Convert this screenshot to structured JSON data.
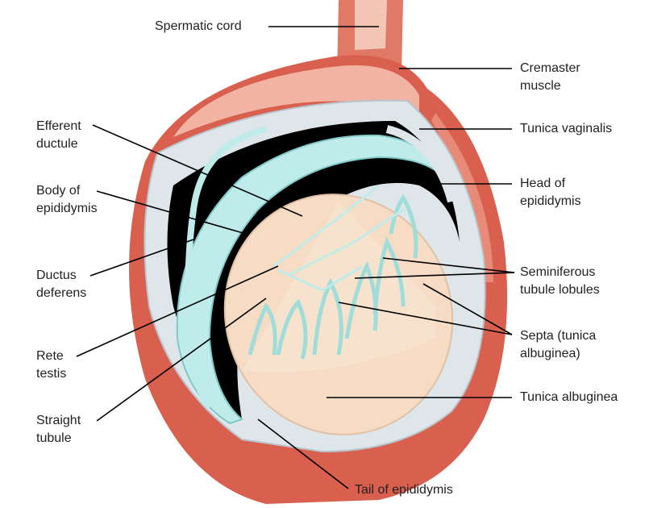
{
  "labels": {
    "spermatic_cord": [
      "Spermatic cord"
    ],
    "cremaster_muscle": [
      "Cremaster",
      "muscle"
    ],
    "tunica_vaginalis": [
      "Tunica vaginalis"
    ],
    "head_of_epididymis": [
      "Head of",
      "epididymis"
    ],
    "seminiferous_tubule_lobules": [
      "Seminiferous",
      "tubule lobules"
    ],
    "septa": [
      "Septa (tunica",
      "albuginea)"
    ],
    "tunica_albuginea": [
      "Tunica albuginea"
    ],
    "tail_of_epididymis": [
      "Tail of epididymis"
    ],
    "efferent_ductule": [
      "Efferent",
      "ductule"
    ],
    "body_of_epididymis": [
      "Body of",
      "epididymis"
    ],
    "ductus_deferens": [
      "Ductus",
      "deferens"
    ],
    "rete_testis": [
      "Rete",
      "testis"
    ],
    "straight_tubule": [
      "Straight",
      "tubule"
    ]
  },
  "colors": {
    "muscle": "#d9604e",
    "muscle_light": "#f2b3a3",
    "tunica": "#dfe6ea",
    "cavity": "#000000",
    "epididymis": "#bfeceb",
    "testis": "#f6dcc4"
  }
}
